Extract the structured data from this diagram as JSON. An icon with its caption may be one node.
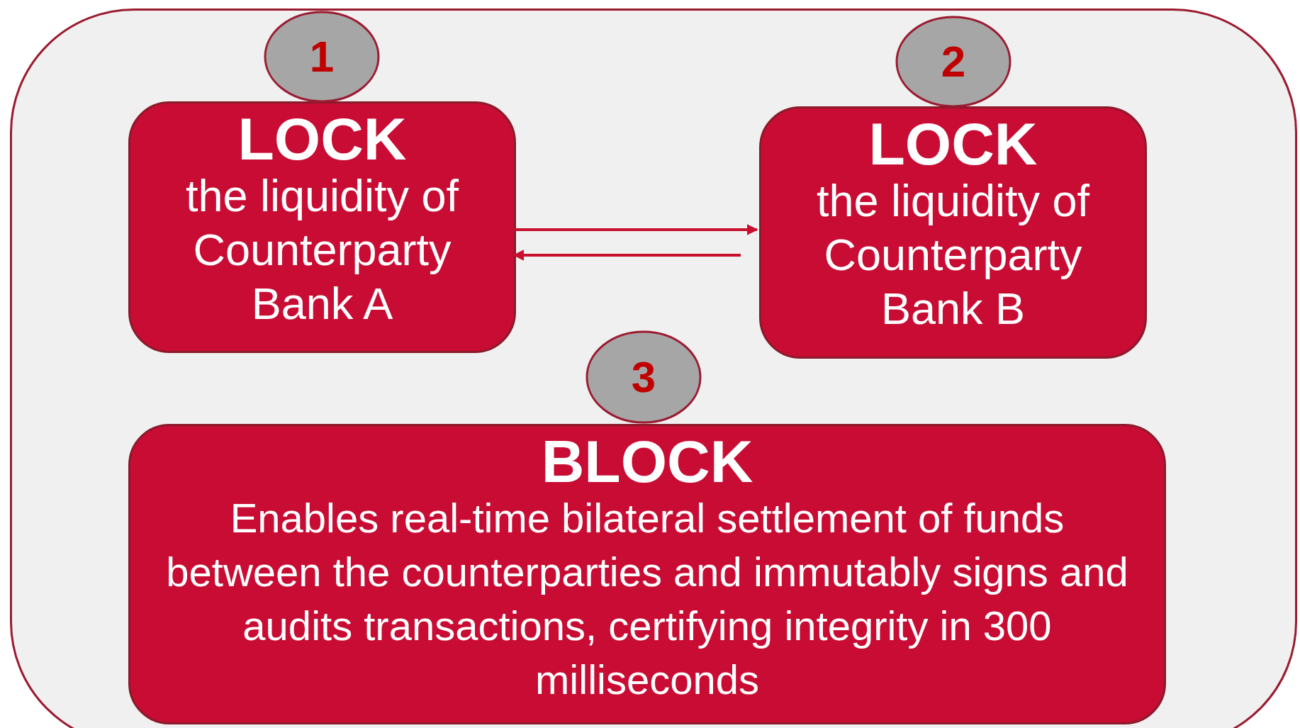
{
  "diagram": {
    "nodes": [
      {
        "text": [],
        "shape": "box"
      },
      {
        "text": [
          "1"
        ],
        "in": 0
      },
      {
        "text": [
          "LOCK",
          "the liquidity of Counterparty Bank A"
        ],
        "in": 0
      },
      {
        "text": [
          "2"
        ],
        "in": 0
      },
      {
        "text": [
          "LOCK",
          "the liquidity of Counterparty Bank B"
        ],
        "in": 0
      },
      {
        "text": [
          "3"
        ],
        "in": 0
      },
      {
        "text": [
          "BLOCK",
          "Enables real-time bilateral settlement of funds between the counterparties and immutably signs and audits transactions, certifying integrity in 300 milliseconds"
        ],
        "in": 0
      }
    ],
    "edges": [
      {
        "from": 2,
        "to": 4,
        "arrow": "to"
      },
      {
        "from": 4,
        "to": 2,
        "arrow": "to"
      }
    ]
  }
}
